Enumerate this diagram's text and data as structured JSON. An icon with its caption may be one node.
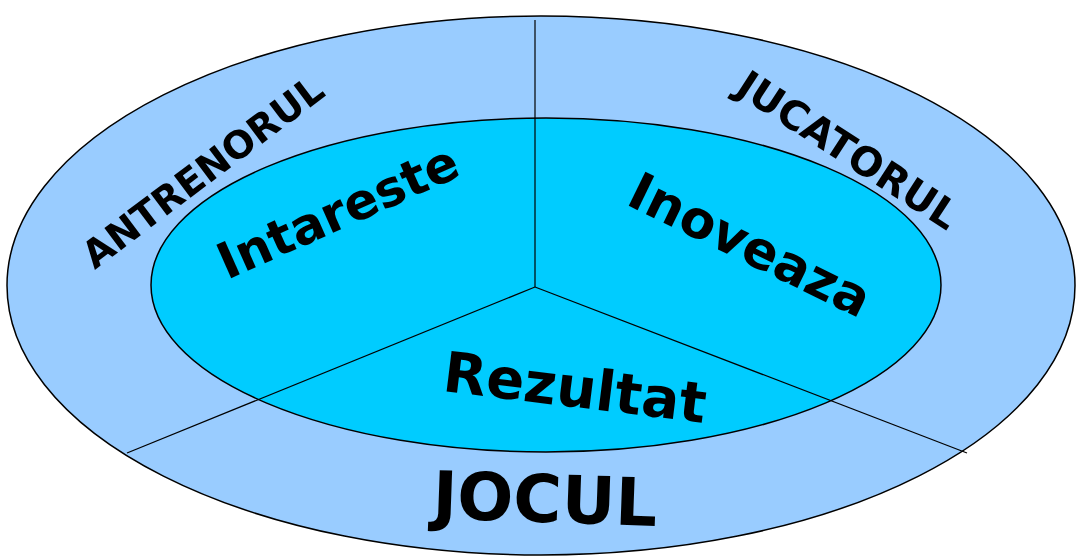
{
  "diagram": {
    "nodes": [
      {
        "text": [
          "ANTRENORUL",
          "JUCATORUL",
          "JOCUL"
        ]
      },
      {
        "text": [
          "Intareste",
          "Inoveaza",
          "Rezultat"
        ],
        "in": 0
      }
    ]
  }
}
